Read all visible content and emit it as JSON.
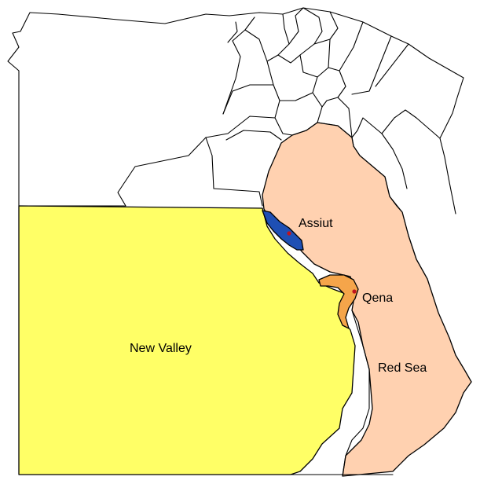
{
  "map": {
    "labels": {
      "new_valley": "New Valley",
      "assiut": "Assiut",
      "qena": "Qena",
      "red_sea": "Red Sea"
    },
    "colors": {
      "new_valley": "#FFFF66",
      "red_sea": "#FFD1B0",
      "assiut": "#1E4FB4",
      "qena": "#F5A54A",
      "city_dot": "#C0141E",
      "other_governorates": "#FFFFFF"
    }
  }
}
